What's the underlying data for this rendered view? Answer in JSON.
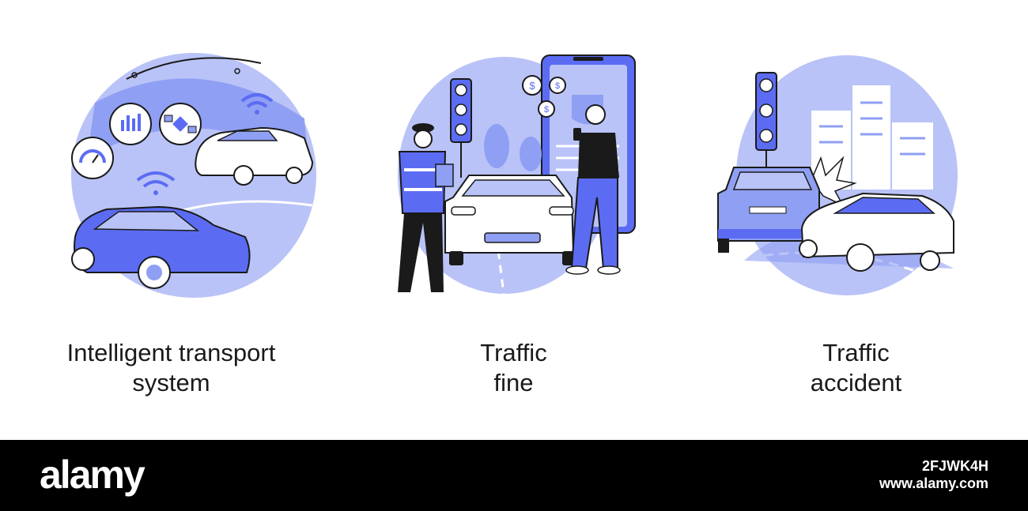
{
  "colors": {
    "accent": "#5b6cf3",
    "light": "#b9c3f7",
    "mid": "#8f9ff3",
    "ink": "#1a1a1a",
    "footer_bg": "#000000"
  },
  "panels": [
    {
      "caption_line1": "Intelligent transport",
      "caption_line2": "system",
      "icons": [
        "car-icon",
        "wifi-icon",
        "speedometer-icon",
        "bar-chart-icon",
        "satellite-icon"
      ]
    },
    {
      "caption_line1": "Traffic",
      "caption_line2": "fine",
      "icons": [
        "police-officer-icon",
        "traffic-light-icon",
        "car-icon",
        "smartphone-icon",
        "dollar-coin-icon",
        "man-icon"
      ]
    },
    {
      "caption_line1": "Traffic",
      "caption_line2": "accident",
      "icons": [
        "traffic-light-icon",
        "car-icon",
        "collision-icon",
        "building-icon"
      ]
    }
  ],
  "footer": {
    "brand": "alamy",
    "image_id": "2FJWK4H",
    "site": "www.alamy.com"
  }
}
